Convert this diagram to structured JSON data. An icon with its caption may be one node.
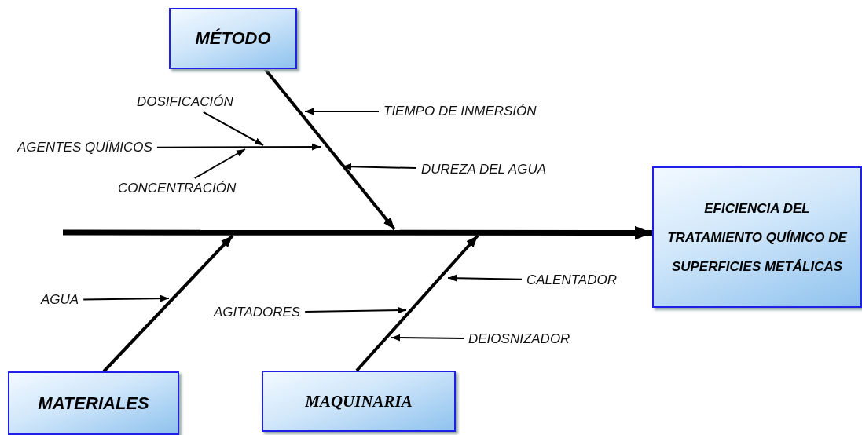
{
  "diagram": {
    "nodes": [
      {
        "text": [
          "MÉTODO"
        ]
      },
      {
        "text": [
          "EFICIENCIA DEL TRATAMIENTO QUÍMICO DE SUPERFICIES METÁLICAS"
        ]
      },
      {
        "text": [
          "MATERIALES"
        ]
      },
      {
        "text": [
          "MAQUINARIA"
        ]
      },
      {
        "text": [
          "TIEMPO DE INMERSIÓN"
        ]
      },
      {
        "text": [
          "DUREZA DEL AGUA"
        ]
      },
      {
        "text": [
          "AGENTES QUÍMICOS"
        ]
      },
      {
        "text": [
          "DOSIFICACIÓN"
        ]
      },
      {
        "text": [
          "CONCENTRACIÓN"
        ]
      },
      {
        "text": [
          "AGUA"
        ]
      },
      {
        "text": [
          "AGITADORES"
        ]
      },
      {
        "text": [
          "CALENTADOR"
        ]
      },
      {
        "text": [
          "DEIOSNIZADOR"
        ]
      }
    ],
    "edges": [
      {
        "from": null,
        "to": 1,
        "arrow": "to",
        "style": "thick"
      },
      {
        "from": 0,
        "to": null,
        "arrow": "to",
        "style": "thick"
      },
      {
        "from": 2,
        "to": null,
        "arrow": "to",
        "style": "thick"
      },
      {
        "from": 3,
        "to": null,
        "arrow": "to",
        "style": "thick"
      },
      {
        "from": 4,
        "to": null,
        "arrow": "to"
      },
      {
        "from": 5,
        "to": null,
        "arrow": "to"
      },
      {
        "from": 6,
        "to": null,
        "arrow": "to"
      },
      {
        "from": 7,
        "to": null,
        "arrow": "to"
      },
      {
        "from": 8,
        "to": null,
        "arrow": "to"
      },
      {
        "from": 9,
        "to": null,
        "arrow": "to"
      },
      {
        "from": 10,
        "to": null,
        "arrow": "to"
      },
      {
        "from": 11,
        "to": null,
        "arrow": "to"
      },
      {
        "from": 12,
        "to": null,
        "arrow": "to"
      }
    ]
  }
}
